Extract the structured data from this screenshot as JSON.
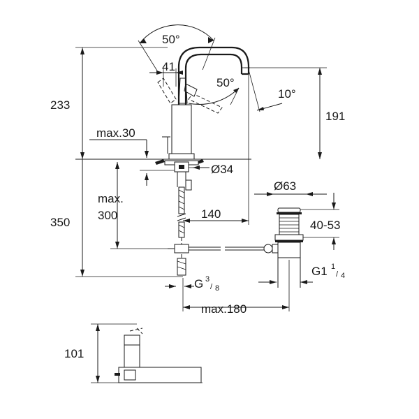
{
  "labels": {
    "angle_top": "50°",
    "angle_side": "50°",
    "width_41": "41",
    "angle_10": "10°",
    "height_233": "233",
    "height_191": "191",
    "max_30": "max.30",
    "diam_34": "Ø34",
    "diam_63": "Ø63",
    "max_300_a": "max.",
    "max_300_b": "300",
    "height_350": "350",
    "len_140": "140",
    "range_40_53": "40-53",
    "thread_g38_main": "G",
    "thread_g38_num": "3",
    "thread_g38_den": "8",
    "thread_g114_main": "G1",
    "thread_g114_num": "1",
    "thread_g114_den": "4",
    "max_180": "max.180",
    "height_101": "101"
  },
  "colors": {
    "line": "#1a1a1a",
    "background": "#ffffff"
  }
}
